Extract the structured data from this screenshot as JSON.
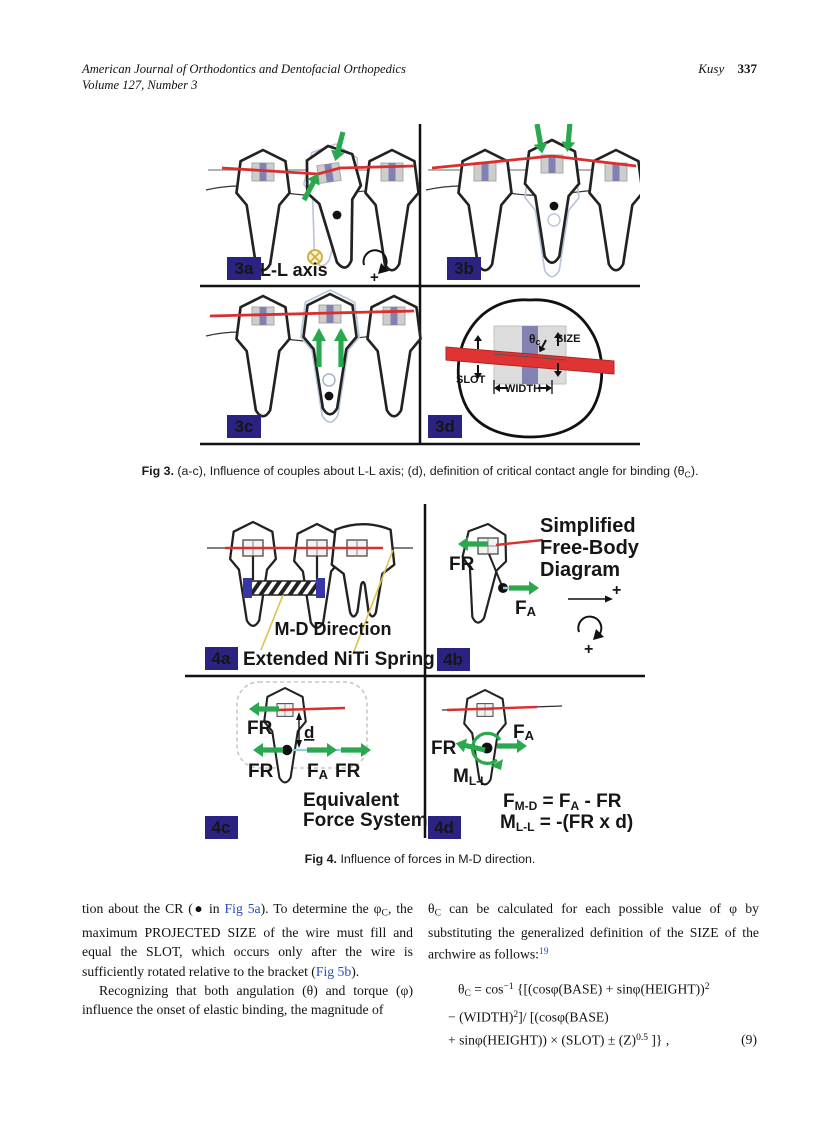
{
  "colors": {
    "wire_red": "#d83030",
    "wire_red_thick": "#e03434",
    "arrow_green": "#2aa84e",
    "label_bg": "#2b2382",
    "label_fg": "#a9a5dc",
    "link_blue": "#2550b4",
    "spring_blue": "#3636a6",
    "guide_yellow": "#d8c455",
    "bracket_gray": "#cdcdcd",
    "bracket_stripe": "#8282b2",
    "cr_teal": "#8fd0d8",
    "ghost_blue": "#b9c6da"
  },
  "header": {
    "journal_line1": "American Journal of Orthodontics and Dentofacial Orthopedics",
    "journal_line2": "Volume 127, Number 3",
    "author": "Kusy",
    "page_number": "337"
  },
  "fig3": {
    "labels": {
      "a": "3a",
      "b": "3b",
      "c": "3c",
      "d": "3d"
    },
    "annotations": {
      "ll_axis": "L-L axis",
      "plus": "+",
      "theta": "θ",
      "theta_sub": "c",
      "size": "SIZE",
      "slot": "SLOT",
      "width": "WIDTH"
    },
    "caption": [
      {
        "t": "Fig 3.",
        "c": "b"
      },
      {
        "t": " (a-c), Influence of couples about L-L axis; (d), definition of critical contact angle for binding (θ"
      },
      {
        "t": "C",
        "c": "sub"
      },
      {
        "t": ")."
      }
    ]
  },
  "fig4": {
    "labels": {
      "a": "4a",
      "b": "4b",
      "c": "4c",
      "d": "4d"
    },
    "annotations": {
      "md_direction": "M-D Direction",
      "extended_spring": "Extended NiTi Spring",
      "simplified1": "Simplified",
      "simplified2": "Free-Body",
      "simplified3": "Diagram",
      "fr": "FR",
      "f": "F",
      "a_sub": "A",
      "d_dim": "d",
      "plus": "+",
      "equivalent1": "Equivalent",
      "equivalent2": "Force System",
      "m": "M",
      "ll_sub": "L-L",
      "eq1_f": "F",
      "eq1_sub": "M-D",
      "eq1_mid": " = F",
      "eq1_sub2": "A",
      "eq1_tail": " - FR",
      "eq2_m": "M",
      "eq2_sub": "L-L",
      "eq2_tail": " = -(FR x d)"
    },
    "caption": [
      {
        "t": "Fig 4.",
        "c": "b"
      },
      {
        "t": " Influence of forces in M-D direction."
      }
    ]
  },
  "body": {
    "left_p1": [
      {
        "t": "tion about the CR ("
      },
      {
        "t": "●"
      },
      {
        "t": " in "
      },
      {
        "t": "Fig 5a",
        "c": "link"
      },
      {
        "t": "). To determine the φ"
      },
      {
        "t": "C",
        "c": "sub"
      },
      {
        "t": ", the maximum PROJECTED SIZE of the wire must fill and equal the SLOT, which occurs only after the wire is sufficiently rotated relative to the bracket ("
      },
      {
        "t": "Fig 5b",
        "c": "link"
      },
      {
        "t": ")."
      }
    ],
    "left_p2": [
      {
        "t": "Recognizing that both angulation (θ) and torque (φ) influence the onset of elastic binding, the magnitude of"
      }
    ],
    "right_p1": [
      {
        "t": "θ"
      },
      {
        "t": "C",
        "c": "sub"
      },
      {
        "t": " can be calculated for each possible value of φ by substituting the generalized definition of the SIZE of the archwire as follows:"
      },
      {
        "t": "19",
        "c": "sup link"
      }
    ],
    "equation": {
      "line1": [
        {
          "t": "θ"
        },
        {
          "t": "C",
          "c": "sub"
        },
        {
          "t": " = cos"
        },
        {
          "t": "−1",
          "c": "sup"
        },
        {
          "t": " {[(cosφ(BASE) + sinφ(HEIGHT))"
        },
        {
          "t": "2",
          "c": "sup"
        }
      ],
      "line2": [
        {
          "t": "− (WIDTH)"
        },
        {
          "t": "2",
          "c": "sup"
        },
        {
          "t": "]/ [(cosφ(BASE)"
        }
      ],
      "line3": [
        {
          "t": "+ sinφ(HEIGHT)) × (SLOT) ± (Z)"
        },
        {
          "t": "0.5",
          "c": "sup"
        },
        {
          "t": " ]} ,"
        }
      ],
      "number": "(9)"
    }
  }
}
